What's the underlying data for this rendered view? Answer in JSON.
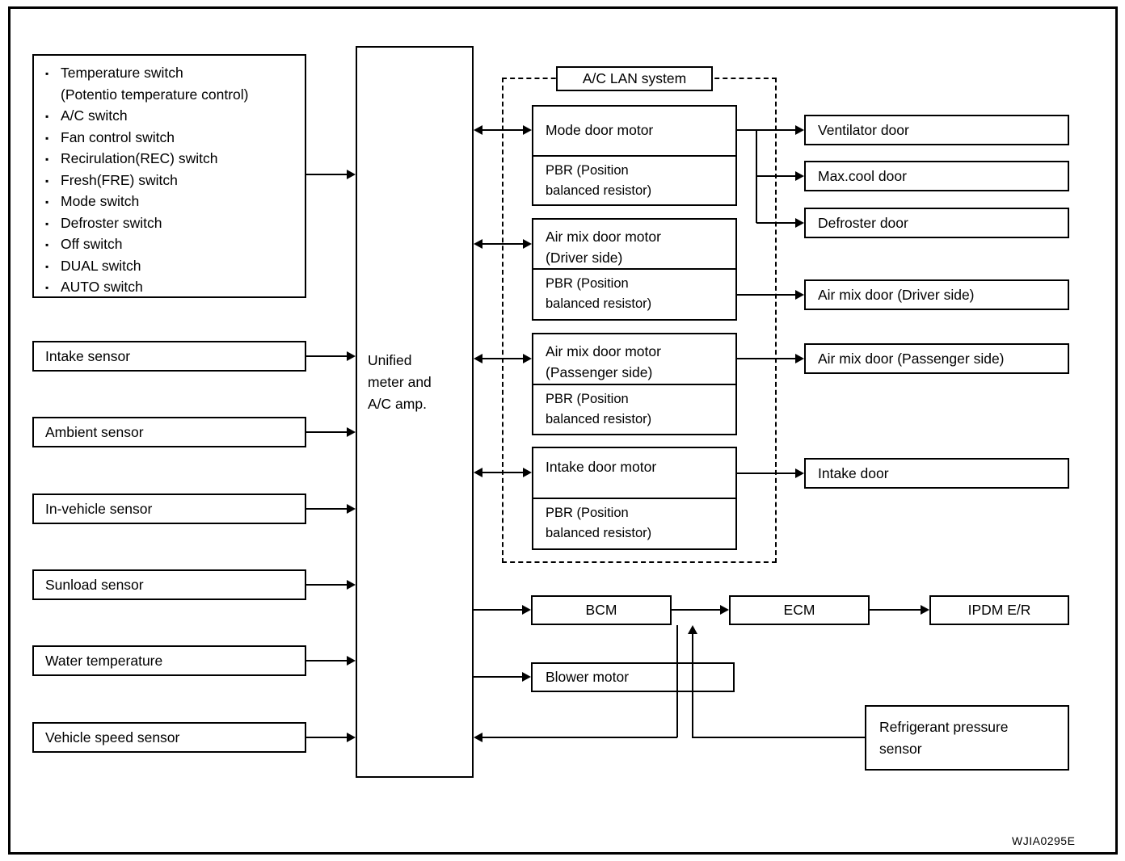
{
  "figure_code": "WJIA0295E",
  "colors": {
    "line": "#000000",
    "background": "#ffffff"
  },
  "control_panel": {
    "items": [
      {
        "bulleted": true,
        "text": "Temperature switch"
      },
      {
        "bulleted": false,
        "text": "(Potentio temperature control)"
      },
      {
        "bulleted": true,
        "text": "A/C switch"
      },
      {
        "bulleted": true,
        "text": "Fan control switch"
      },
      {
        "bulleted": true,
        "text": "Recirulation(REC) switch"
      },
      {
        "bulleted": true,
        "text": "Fresh(FRE) switch"
      },
      {
        "bulleted": true,
        "text": "Mode switch"
      },
      {
        "bulleted": true,
        "text": "Defroster switch"
      },
      {
        "bulleted": true,
        "text": "Off switch"
      },
      {
        "bulleted": true,
        "text": "DUAL switch"
      },
      {
        "bulleted": true,
        "text": "AUTO switch"
      }
    ]
  },
  "sensors": [
    {
      "label": "Intake sensor"
    },
    {
      "label": "Ambient sensor"
    },
    {
      "label": "In-vehicle sensor"
    },
    {
      "label": "Sunload sensor"
    },
    {
      "label": "Water temperature"
    },
    {
      "label": "Vehicle speed sensor"
    }
  ],
  "amp_unit": {
    "line1": "Unified",
    "line2": "meter and",
    "line3": "A/C amp."
  },
  "ac_lan": {
    "label": "A/C LAN system",
    "motors": [
      {
        "title1": "Mode door motor",
        "title2": "",
        "pbr1": "PBR (Position",
        "pbr2": "balanced resistor)"
      },
      {
        "title1": "Air mix door motor",
        "title2": "(Driver side)",
        "pbr1": "PBR (Position",
        "pbr2": "balanced resistor)"
      },
      {
        "title1": "Air mix door motor",
        "title2": "(Passenger side)",
        "pbr1": "PBR (Position",
        "pbr2": "balanced resistor)"
      },
      {
        "title1": "Intake door motor",
        "title2": "",
        "pbr1": "PBR (Position",
        "pbr2": "balanced resistor)"
      }
    ]
  },
  "doors": [
    {
      "label": "Ventilator door"
    },
    {
      "label": "Max.cool door"
    },
    {
      "label": "Defroster door"
    },
    {
      "label": "Air mix door (Driver side)"
    },
    {
      "label": "Air mix door (Passenger side)"
    },
    {
      "label": "Intake door"
    }
  ],
  "modules": {
    "bcm": "BCM",
    "ecm": "ECM",
    "ipdm": "IPDM E/R",
    "blower": "Blower motor",
    "refrigerant1": "Refrigerant pressure",
    "refrigerant2": "sensor"
  }
}
